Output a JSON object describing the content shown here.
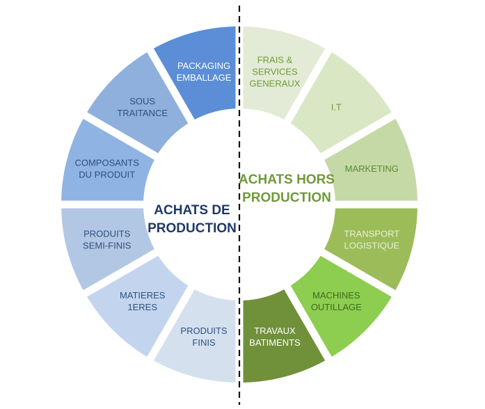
{
  "left_group": {
    "title_lines": [
      "ACHATS DE",
      "PRODUCTION"
    ],
    "title_color": "#1f3864",
    "segments": [
      {
        "lines": [
          "PACKAGING",
          "EMBALLAGE"
        ],
        "fill": "#5b8ed6",
        "text_color": "#ffffff"
      },
      {
        "lines": [
          "SOUS",
          "TRAITANCE"
        ],
        "fill": "#8fb0dc",
        "text_color": "#2f4f7f"
      },
      {
        "lines": [
          "COMPOSANTS",
          "DU PRODUIT"
        ],
        "fill": "#8fb3e3",
        "text_color": "#2f4f7f"
      },
      {
        "lines": [
          "PRODUITS",
          "SEMI-FINIS"
        ],
        "fill": "#b2c7e4",
        "text_color": "#2f4f7f"
      },
      {
        "lines": [
          "MATIERES",
          "1ERES"
        ],
        "fill": "#c3d5ee",
        "text_color": "#2f4f7f"
      },
      {
        "lines": [
          "PRODUITS",
          "FINIS"
        ],
        "fill": "#d5e0ef",
        "text_color": "#2f4f7f"
      }
    ]
  },
  "right_group": {
    "title_lines": [
      "ACHATS HORS",
      "PRODUCTION"
    ],
    "title_color": "#6f9a37",
    "segments": [
      {
        "lines": [
          "FRAIS &",
          "SERVICES",
          "GENERAUX"
        ],
        "fill": "#e3ebd6",
        "text_color": "#6f9a37"
      },
      {
        "lines": [
          "I.T"
        ],
        "fill": "#d9e7c5",
        "text_color": "#6f9a37"
      },
      {
        "lines": [
          "MARKETING"
        ],
        "fill": "#c4d9a6",
        "text_color": "#5f8a2f"
      },
      {
        "lines": [
          "TRANSPORT",
          "LOGISTIQUE"
        ],
        "fill": "#9cbc59",
        "text_color": "#e8f0d8"
      },
      {
        "lines": [
          "MACHINES",
          "OUTILLAGE"
        ],
        "fill": "#8dcd4f",
        "text_color": "#3f6a1f"
      },
      {
        "lines": [
          "TRAVAUX",
          "BATIMENTS"
        ],
        "fill": "#70903a",
        "text_color": "#ffffff"
      }
    ]
  },
  "divider_color": "#111111"
}
